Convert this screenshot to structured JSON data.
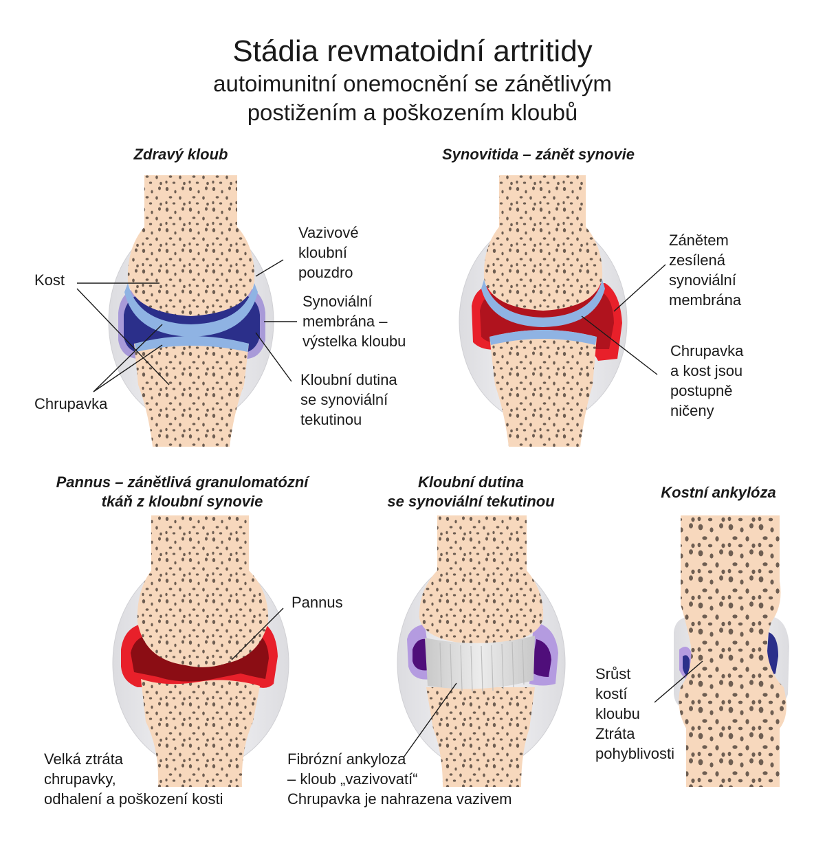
{
  "title": "Stádia revmatoidní artritidy",
  "subtitle_line1": "autoimunitní onemocnění se zánětlivým",
  "subtitle_line2": "postižením  a poškozením kloubů",
  "panels": {
    "healthy": {
      "heading": "Zdravý kloub",
      "labels": {
        "bone": "Kost",
        "capsule": [
          "Vazivové",
          "kloubní",
          "pouzdro"
        ],
        "membrane": [
          "Synoviální",
          "membrána –",
          "výstelka kloubu"
        ],
        "cartilage": "Chrupavka",
        "cavity": [
          "Kloubní dutina",
          "se synoviální",
          "tekutinou"
        ]
      }
    },
    "synovitis": {
      "heading": "Synovitida – zánět synovie",
      "labels": {
        "thickened": [
          "Zánětem",
          "zesílená",
          "synoviální",
          "membrána"
        ],
        "destroyed": [
          "Chrupavka",
          "a kost jsou",
          "postupně",
          "ničeny"
        ]
      }
    },
    "pannus": {
      "heading_line1": "Pannus – zánětlivá granulomatózní",
      "heading_line2": "tkáň z kloubní synovie",
      "labels": {
        "pannus": "Pannus",
        "loss": [
          "Velká ztráta",
          "chrupavky,",
          "odhalení a poškození kosti"
        ]
      }
    },
    "fibrous": {
      "heading_line1": "Kloubní dutina",
      "heading_line2": "se synoviální tekutinou",
      "labels": {
        "fibrous": [
          "Fibrózní ankyloza",
          "– kloub „vazivovatí“",
          "Chrupavka je nahrazena vazivem"
        ]
      }
    },
    "bony": {
      "heading": "Kostní  ankylóza",
      "labels": {
        "fusion": [
          "Srůst",
          "kostí",
          "kloubu",
          "Ztráta",
          "pohyblivosti"
        ]
      }
    }
  },
  "colors": {
    "bone": "#f7d8bd",
    "bone_pore": "#6e5e52",
    "capsule": "#e9e9ec",
    "cavity": "#2b2f8a",
    "membrane_light": "#a89ad8",
    "cartilage": "#8fb3e3",
    "inflamed": "#b0131e",
    "inflamed_bright": "#e8202a",
    "purple": "#4f0e7a",
    "fibrous": "#d6d6d6"
  }
}
